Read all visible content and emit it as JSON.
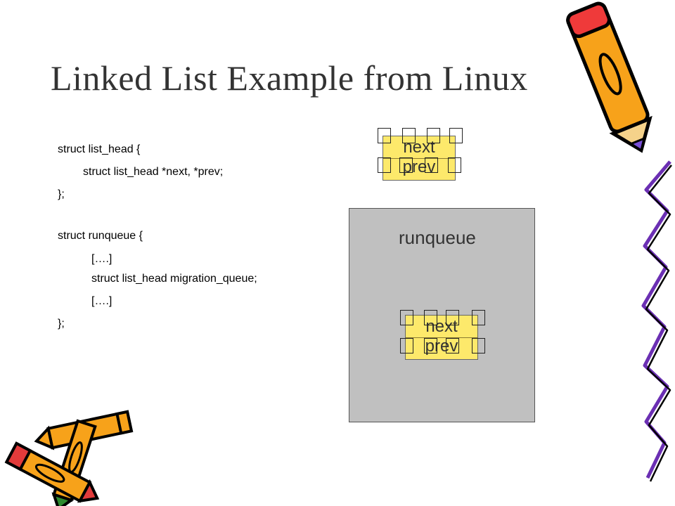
{
  "slide": {
    "title": "Linked List Example from Linux"
  },
  "code": {
    "lines": [
      "struct list_head {",
      "struct list_head *next, *prev;",
      "};",
      "struct runqueue {",
      "[….]",
      "struct list_head migration_queue;",
      "[….]",
      "};"
    ]
  },
  "diagram": {
    "list_head_node": {
      "next_label": "next",
      "prev_label": "prev"
    },
    "runqueue": {
      "label": "runqueue",
      "node": {
        "next_label": "next",
        "prev_label": "prev"
      }
    }
  },
  "colors": {
    "node_fill": "#fde96b",
    "runqueue_fill": "#c0c0c0",
    "title": "#333333"
  },
  "icons": [
    "pencil-icon",
    "crayons-icon",
    "squiggle-border"
  ]
}
